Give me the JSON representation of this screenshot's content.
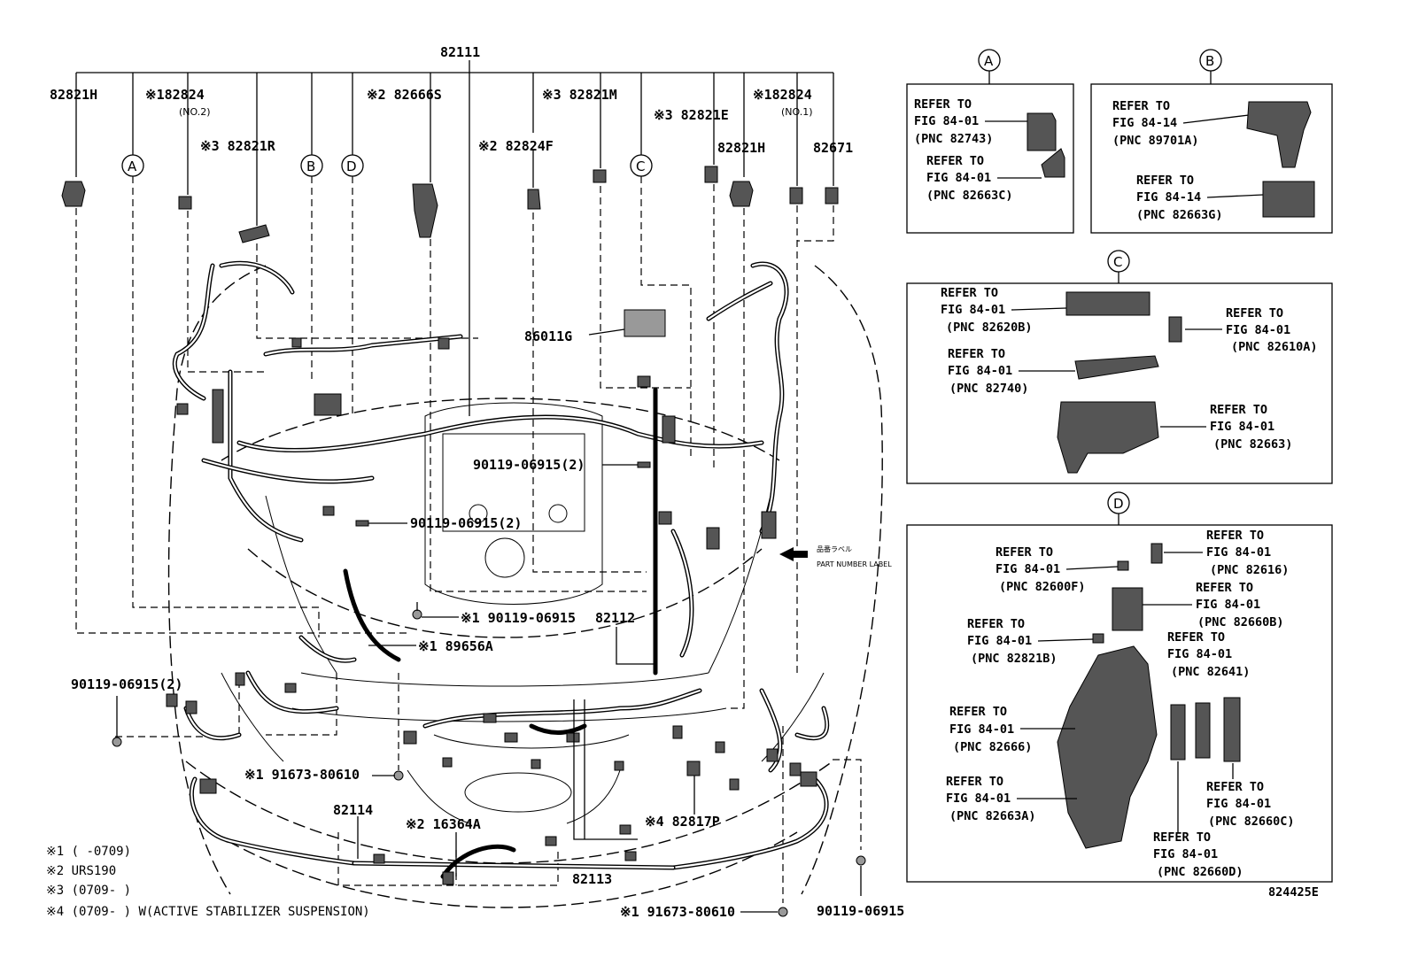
{
  "figure_id": "824425E",
  "top": {
    "main": "82111",
    "left_labels": [
      "82821H",
      "※182824",
      "(NO.2)",
      "※3 82821R",
      "※2 82666S"
    ],
    "right_labels": [
      "※3 82821M",
      "※3 82821E",
      "※182824",
      "(NO.1)",
      "82821H",
      "82671",
      "※2 82824F"
    ]
  },
  "callouts": {
    "c86011g": "86011G",
    "bolt1": "90119-06915(2)",
    "bolt2": "90119-06915(2)",
    "part_label_jp": "品番ラベル",
    "part_label_en": "PART NUMBER LABEL",
    "c1_90119": "※1 90119-06915",
    "c82112": "82112",
    "c89656": "※1 89656A",
    "bolt_left": "90119-06915(2)",
    "c91673a": "※1 91673-80610",
    "c82114": "82114",
    "c16364": "※2 16364A",
    "c82817": "※4 82817P",
    "c82113": "82113",
    "c91673b": "※1 91673-80610",
    "bolt_right": "90119-06915"
  },
  "notes": [
    "※1 (     -0709)",
    "※2 URS190",
    "※3 (0709-     )",
    "※4 (0709-     ) W(ACTIVE STABILIZER SUSPENSION)"
  ],
  "markers": [
    "A",
    "B",
    "C",
    "D"
  ],
  "inset_a": {
    "title": "A",
    "refs": [
      {
        "line1": "REFER TO",
        "line2": "FIG 84-01",
        "line3": "(PNC 82743)"
      },
      {
        "line1": "REFER TO",
        "line2": "FIG 84-01",
        "line3": "(PNC 82663C)"
      }
    ]
  },
  "inset_b": {
    "title": "B",
    "refs": [
      {
        "line1": "REFER TO",
        "line2": "FIG 84-14",
        "line3": "(PNC 89701A)"
      },
      {
        "line1": "REFER TO",
        "line2": "FIG 84-14",
        "line3": "(PNC 82663G)"
      }
    ]
  },
  "inset_c": {
    "title": "C",
    "refs": [
      {
        "line1": "REFER TO",
        "line2": "FIG 84-01",
        "line3": "(PNC 82620B)"
      },
      {
        "line1": "REFER TO",
        "line2": "FIG 84-01",
        "line3": "(PNC 82610A)"
      },
      {
        "line1": "REFER TO",
        "line2": "FIG 84-01",
        "line3": "(PNC 82740)"
      },
      {
        "line1": "REFER TO",
        "line2": "FIG 84-01",
        "line3": "(PNC 82663)"
      }
    ]
  },
  "inset_d": {
    "title": "D",
    "refs": [
      {
        "line1": "REFER TO",
        "line2": "FIG 84-01",
        "line3": "(PNC 82600F)"
      },
      {
        "line1": "REFER TO",
        "line2": "FIG 84-01",
        "line3": "(PNC 82616)"
      },
      {
        "line1": "REFER TO",
        "line2": "FIG 84-01",
        "line3": "(PNC 82660B)"
      },
      {
        "line1": "REFER TO",
        "line2": "FIG 84-01",
        "line3": "(PNC 82821B)"
      },
      {
        "line1": "REFER TO",
        "line2": "FIG 84-01",
        "line3": "(PNC 82641)"
      },
      {
        "line1": "REFER TO",
        "line2": "FIG 84-01",
        "line3": "(PNC 82666)"
      },
      {
        "line1": "REFER TO",
        "line2": "FIG 84-01",
        "line3": "(PNC 82663A)"
      },
      {
        "line1": "REFER TO",
        "line2": "FIG 84-01",
        "line3": "(PNC 82660C)"
      },
      {
        "line1": "REFER TO",
        "line2": "FIG 84-01",
        "line3": "(PNC 82660D)"
      }
    ]
  }
}
